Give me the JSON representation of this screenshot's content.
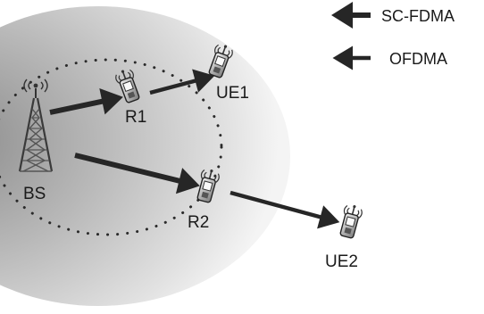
{
  "legend": {
    "items": [
      {
        "label": "SC-FDMA",
        "style": "thick"
      },
      {
        "label": "OFDMA",
        "style": "thin"
      }
    ]
  },
  "nodes": {
    "bs": {
      "label": "BS"
    },
    "r1": {
      "label": "R1"
    },
    "r2": {
      "label": "R2"
    },
    "ue1": {
      "label": "UE1"
    },
    "ue2": {
      "label": "UE2"
    }
  },
  "colors": {
    "cell_light": "#ffffff",
    "cell_dark": "#a8a8a8",
    "arrow": "#262626",
    "text": "#1a1a1a"
  },
  "icons": {
    "tower": "cell-tower-icon",
    "relay": "mobile-phone-icon",
    "ue": "mobile-phone-icon"
  }
}
